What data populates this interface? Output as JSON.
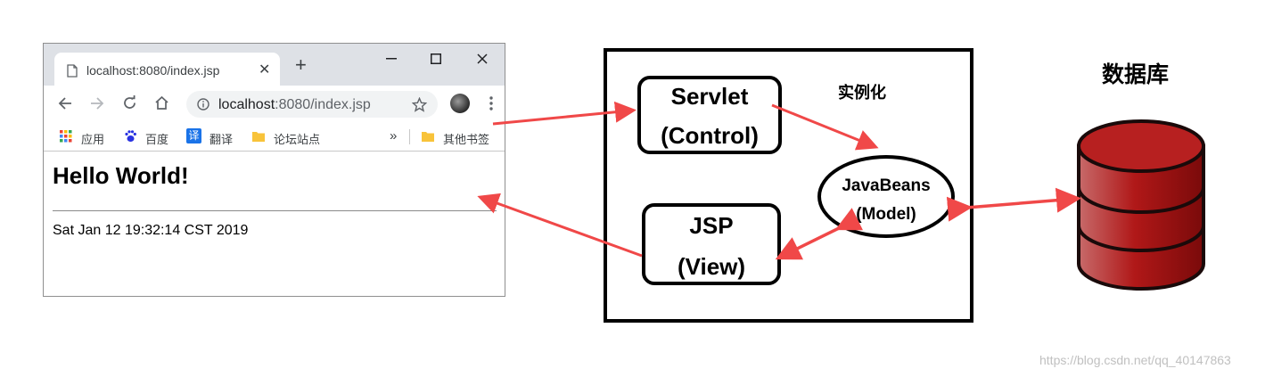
{
  "browser": {
    "tab_title": "localhost:8080/index.jsp",
    "url_host": "localhost",
    "url_rest": ":8080/index.jsp",
    "bookmarks": [
      {
        "label": "应用",
        "icon": "apps-grid-icon"
      },
      {
        "label": "百度",
        "icon": "baidu-paw-icon"
      },
      {
        "label": "翻译",
        "icon": "translate-icon"
      },
      {
        "label": "论坛站点",
        "icon": "folder-icon"
      }
    ],
    "more_bookmarks": "»",
    "other_bookmarks": "其他书签",
    "translate_glyph": "译",
    "heading": "Hello World!",
    "date_text": "Sat Jan 12 19:32:14 CST 2019"
  },
  "mvc": {
    "servlet": "Servlet",
    "servlet_role": "(Control)",
    "jsp": "JSP",
    "jsp_role": "(View)",
    "bean": "JavaBeans",
    "bean_role": "(Model)",
    "instantiate": "实例化"
  },
  "database": {
    "title": "数据库"
  },
  "watermark": "https://blog.csdn.net/qq_40147863",
  "colors": {
    "arrow": "#f04848",
    "db_body": "#b01818",
    "chrome_titlebar": "#dee1e6"
  }
}
